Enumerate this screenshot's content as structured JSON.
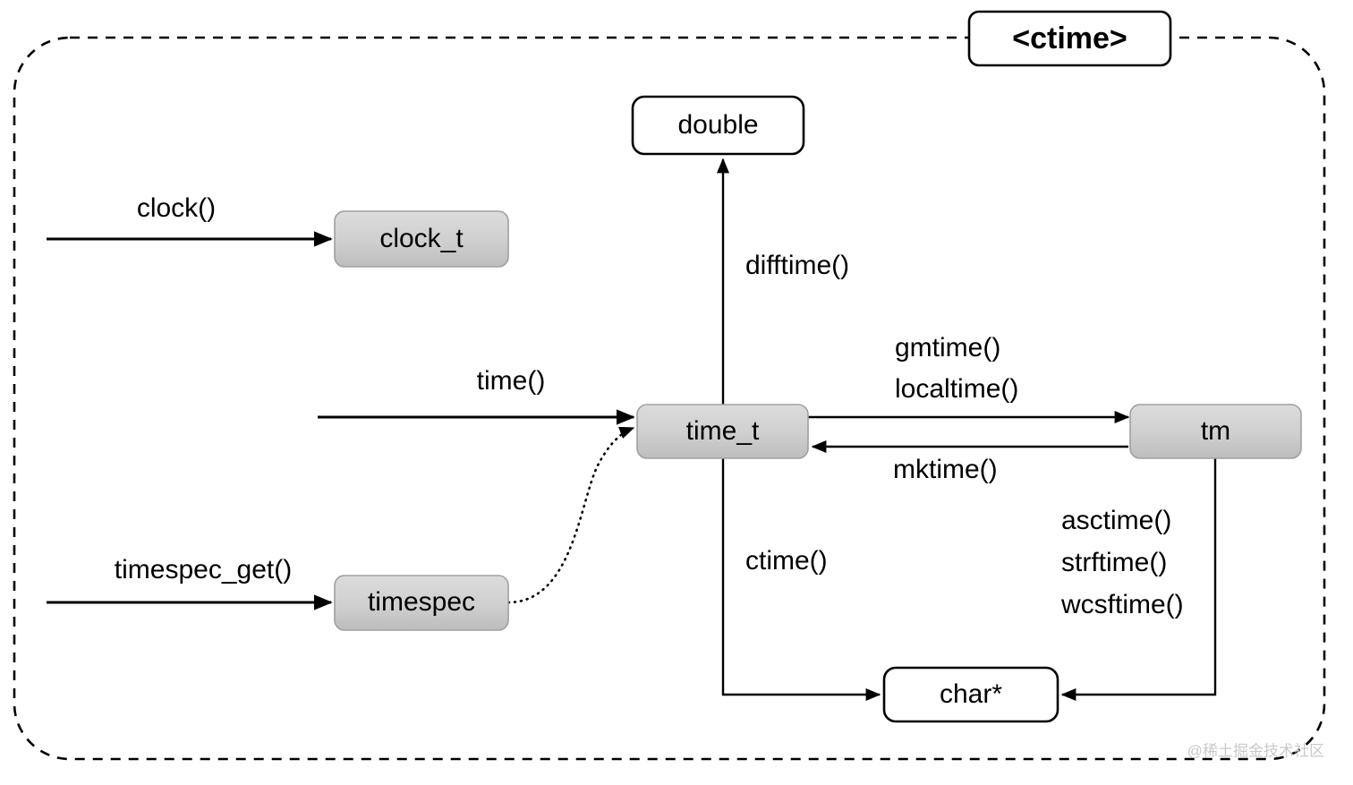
{
  "diagram": {
    "title": "<ctime>",
    "watermark": "@稀土掘金技术社区",
    "nodes": [
      {
        "id": "double",
        "label": "double",
        "style": "white"
      },
      {
        "id": "clock_t",
        "label": "clock_t",
        "style": "gray"
      },
      {
        "id": "time_t",
        "label": "time_t",
        "style": "gray"
      },
      {
        "id": "tm",
        "label": "tm",
        "style": "gray"
      },
      {
        "id": "timespec",
        "label": "timespec",
        "style": "gray"
      },
      {
        "id": "charptr",
        "label": "char*",
        "style": "white"
      }
    ],
    "edges": [
      {
        "id": "clock",
        "label": "clock()",
        "from": "",
        "to": "clock_t"
      },
      {
        "id": "time",
        "label": "time()",
        "from": "",
        "to": "time_t"
      },
      {
        "id": "timespec_get",
        "label": "timespec_get()",
        "from": "",
        "to": "timespec"
      },
      {
        "id": "difftime",
        "label": "difftime()",
        "from": "time_t",
        "to": "double"
      },
      {
        "id": "gmtime",
        "label": "gmtime()",
        "from": "time_t",
        "to": "tm"
      },
      {
        "id": "localtime",
        "label": "localtime()",
        "from": "time_t",
        "to": "tm"
      },
      {
        "id": "mktime",
        "label": "mktime()",
        "from": "tm",
        "to": "time_t"
      },
      {
        "id": "ctime",
        "label": "ctime()",
        "from": "time_t",
        "to": "charptr"
      },
      {
        "id": "asctime",
        "label": "asctime()",
        "from": "tm",
        "to": "charptr"
      },
      {
        "id": "strftime",
        "label": "strftime()",
        "from": "tm",
        "to": "charptr"
      },
      {
        "id": "wcsftime",
        "label": "wcsftime()",
        "from": "tm",
        "to": "charptr"
      },
      {
        "id": "timespec_link",
        "label": "",
        "from": "timespec",
        "to": "time_t"
      }
    ],
    "colors": {
      "background": "#ffffff",
      "stroke": "#000000",
      "gray_fill_top": "#d6d6d6",
      "gray_fill_bottom": "#bfbfbf",
      "white_fill": "#ffffff",
      "watermark": "#c9c9c9"
    }
  }
}
